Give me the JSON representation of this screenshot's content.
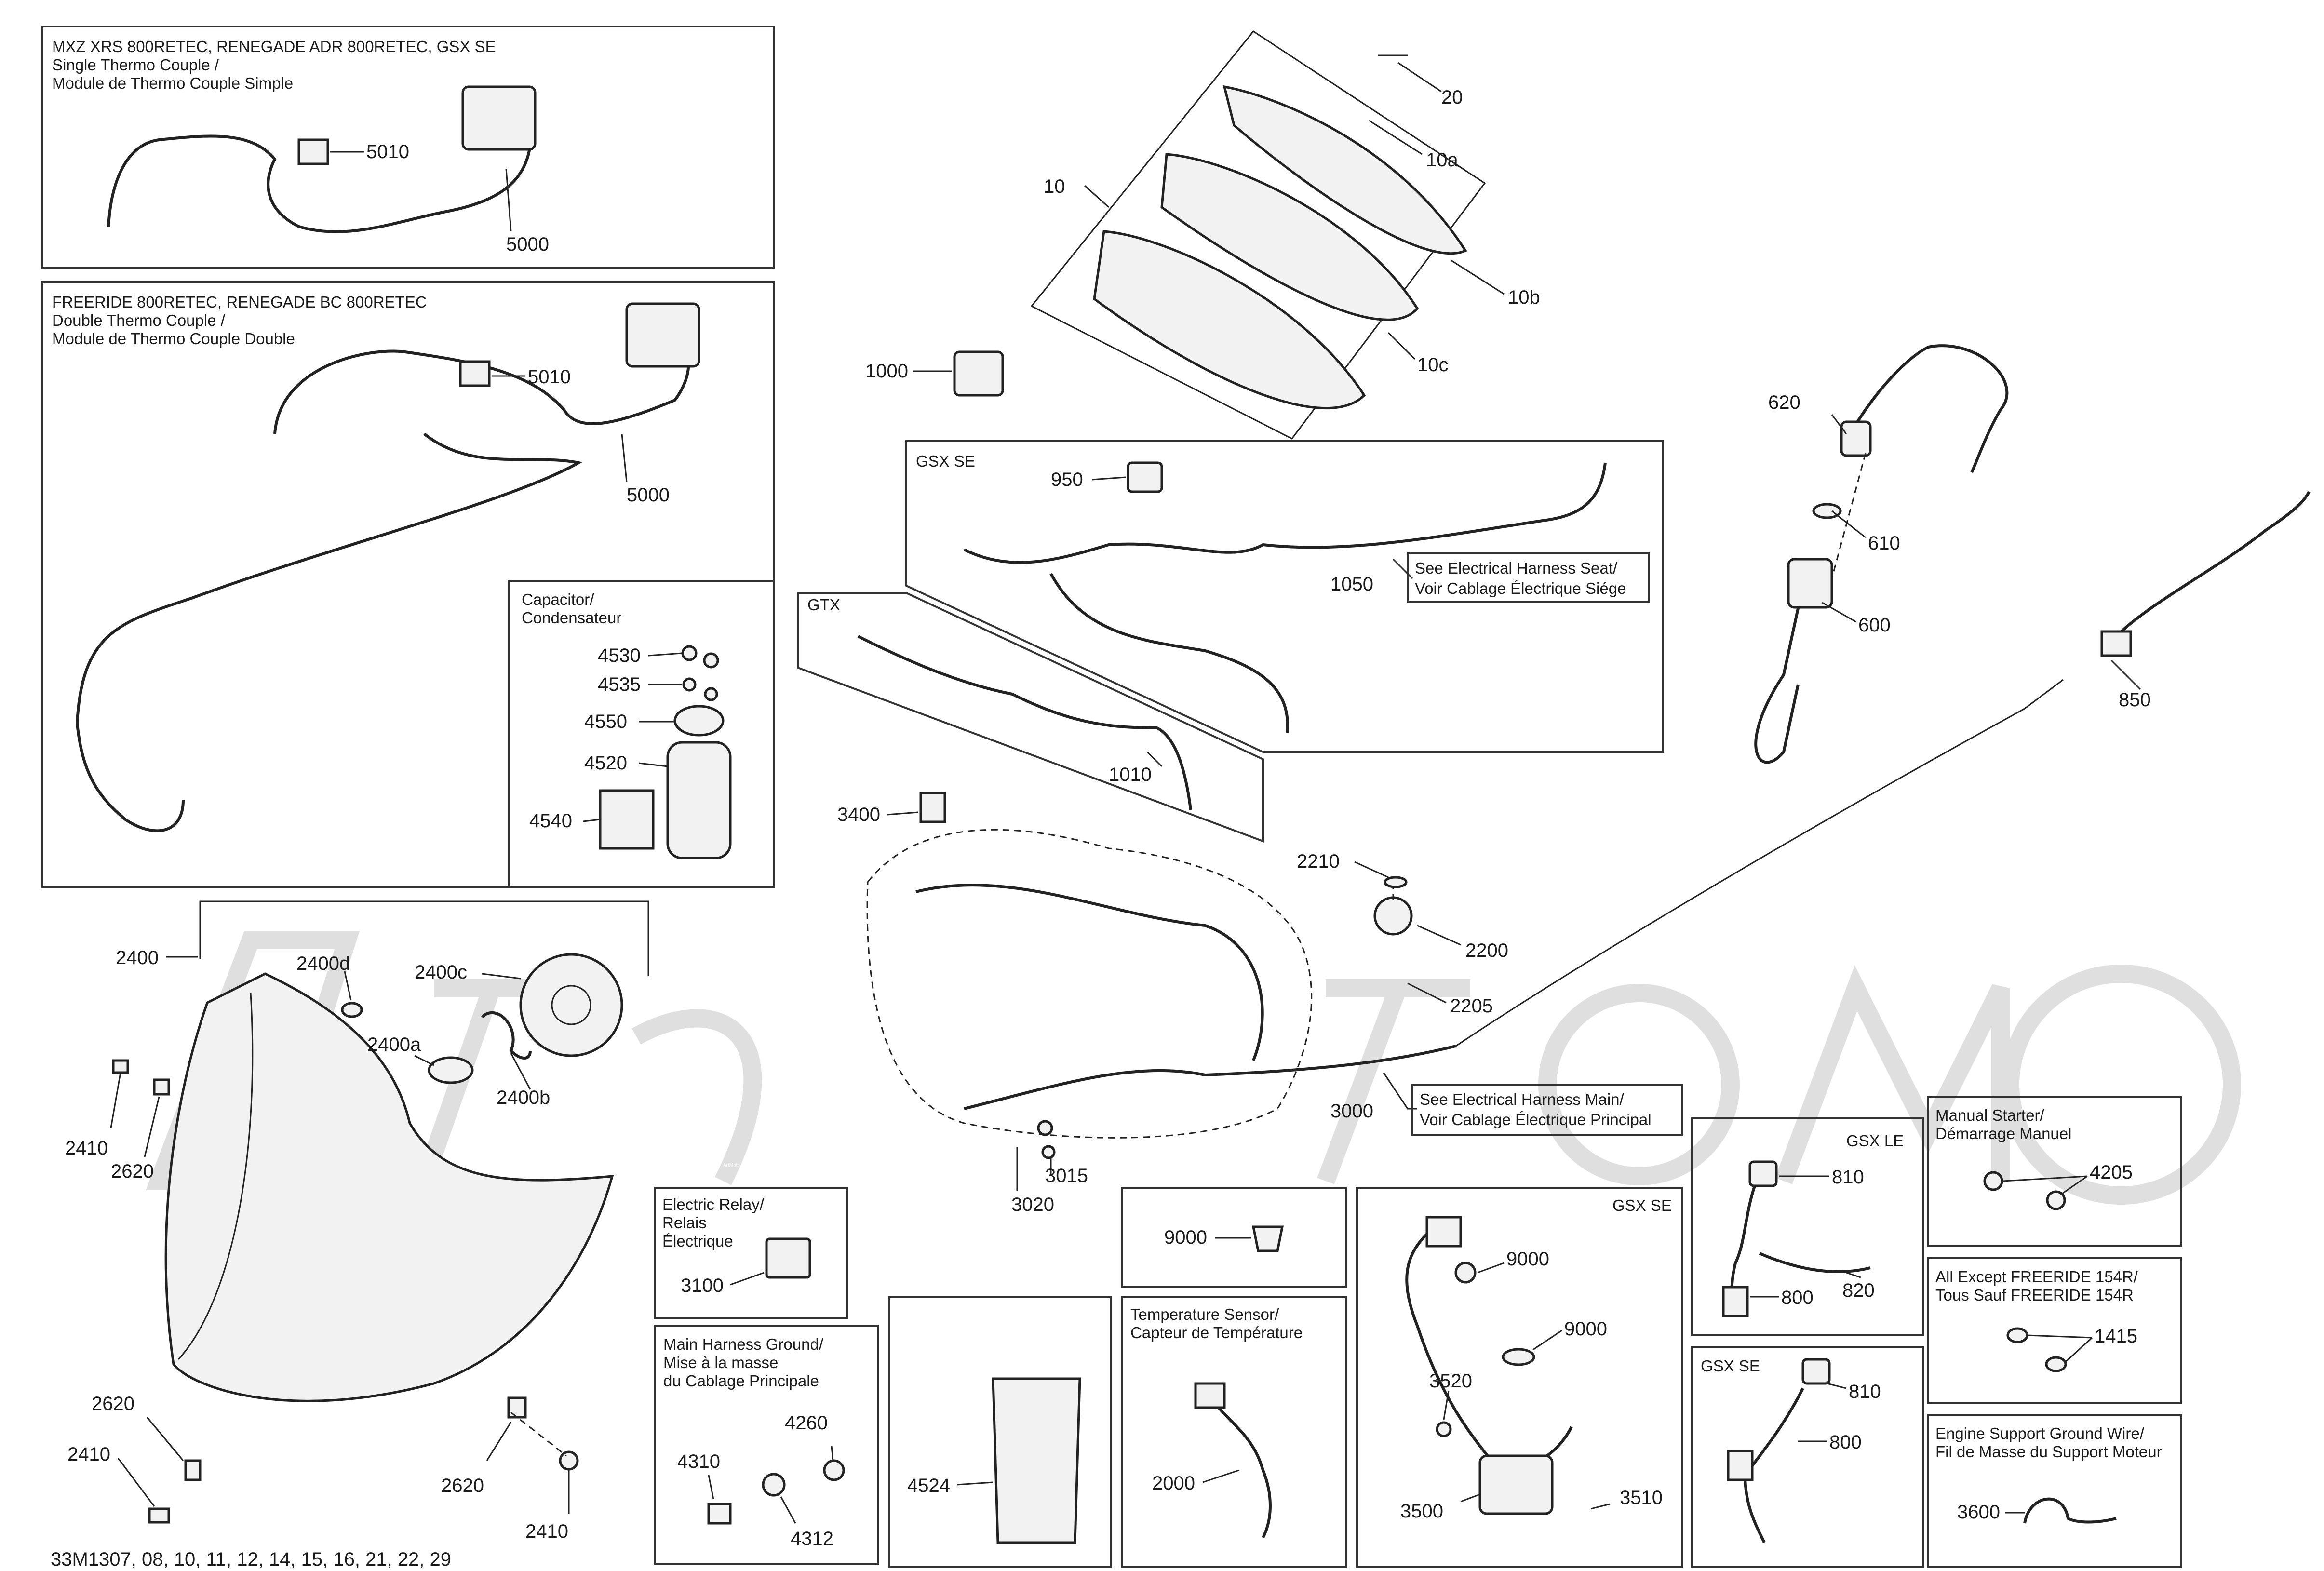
{
  "watermark": "ArtMoto",
  "footer_code": "33M1307, 08, 10, 11, 12, 14, 15, 16, 21, 22, 29",
  "panels": {
    "single_tc": {
      "title": "MXZ XRS 800RETEC, RENEGADE ADR 800RETEC, GSX SE",
      "line2": "Single Thermo Couple /",
      "line3": "Module de Thermo Couple Simple"
    },
    "double_tc": {
      "title": "FREERIDE 800RETEC, RENEGADE BC 800RETEC",
      "line2": "Double Thermo Couple /",
      "line3": "Module de Thermo Couple Double"
    },
    "capacitor": {
      "line1": "Capacitor/",
      "line2": "Condensateur"
    },
    "gsx_se_top": {
      "title": "GSX SE"
    },
    "gtx": {
      "title": "GTX"
    },
    "note_1050": {
      "line1": "See Electrical Harness Seat/",
      "line2": "Voir Cablage Électrique Siége"
    },
    "note_3000": {
      "line1": "See Electrical Harness Main/",
      "line2": "Voir Cablage Électrique Principal"
    },
    "relay": {
      "line1": "Electric Relay/",
      "line2": "Relais",
      "line3": "Électrique"
    },
    "ground": {
      "line1": "Main Harness Ground/",
      "line2": "Mise à la masse",
      "line3": "du Cablage Principale"
    },
    "temp": {
      "line1": "Temperature Sensor/",
      "line2": "Capteur de Température"
    },
    "gsx_se_bottom": {
      "title": "GSX SE"
    },
    "gsx_le": {
      "title": "GSX LE"
    },
    "gsx_se_small": {
      "title": "GSX SE"
    },
    "manual": {
      "line1": "Manual Starter/",
      "line2": "Démarrage Manuel"
    },
    "all_except": {
      "line1": "All Except FREERIDE 154R/",
      "line2": "Tous Sauf FREERIDE 154R"
    },
    "engine_ground": {
      "line1": "Engine Support Ground Wire/",
      "line2": "Fil de Masse du Support Moteur"
    }
  },
  "callouts": {
    "c5010a": "5010",
    "c5000a": "5000",
    "c5010b": "5010",
    "c5000b": "5000",
    "c4530": "4530",
    "c4535": "4535",
    "c4550": "4550",
    "c4520": "4520",
    "c4540": "4540",
    "c20": "20",
    "c10a": "10a",
    "c10": "10",
    "c10b": "10b",
    "c10c": "10c",
    "c1000": "1000",
    "c950": "950",
    "c1050": "1050",
    "c1010": "1010",
    "c620": "620",
    "c610": "610",
    "c600": "600",
    "c850": "850",
    "c3400": "3400",
    "c2210": "2210",
    "c2200": "2200",
    "c2205": "2205",
    "c3000": "3000",
    "c3015": "3015",
    "c3020": "3020",
    "c2400": "2400",
    "c2400d": "2400d",
    "c2400c": "2400c",
    "c2400a": "2400a",
    "c2400b": "2400b",
    "c2410a": "2410",
    "c2620a": "2620",
    "c2620b": "2620",
    "c2410b": "2410",
    "c2620c": "2620",
    "c2410c": "2410",
    "c3100": "3100",
    "c4310": "4310",
    "c4260": "4260",
    "c4312": "4312",
    "c4524": "4524",
    "c9000a": "9000",
    "c2000": "2000",
    "c9000b": "9000",
    "c9000c": "9000",
    "c3520": "3520",
    "c3500": "3500",
    "c3510": "3510",
    "c810a": "810",
    "c800a": "800",
    "c820": "820",
    "c810b": "810",
    "c800b": "800",
    "c4205": "4205",
    "c1415": "1415",
    "c3600": "3600"
  }
}
